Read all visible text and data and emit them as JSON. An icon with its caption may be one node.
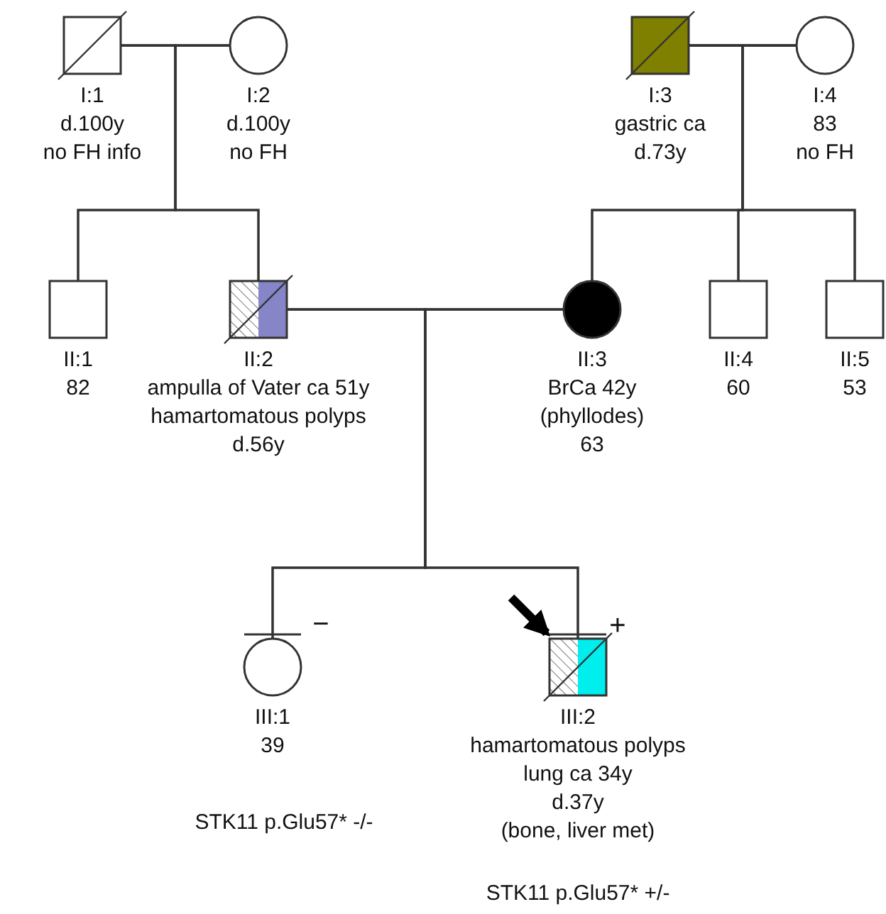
{
  "diagram": {
    "nodes": [
      {
        "text": [
          "I:1",
          "d.100y",
          "no FH info"
        ]
      },
      {
        "text": [
          "I:2",
          "d.100y",
          "no FH"
        ]
      },
      {
        "text": [
          "I:3",
          "gastric ca",
          "d.73y"
        ]
      },
      {
        "text": [
          "I:4",
          "83",
          "no FH"
        ]
      },
      {
        "text": [
          "II:1",
          "82"
        ]
      },
      {
        "text": [
          "II:2",
          "ampulla of Vater ca 51y",
          "hamartomatous polyps",
          "d.56y"
        ]
      },
      {
        "text": [
          "II:3",
          "BrCa 42y",
          "(phyllodes)",
          "63"
        ]
      },
      {
        "text": [
          "II:4",
          "60"
        ]
      },
      {
        "text": [
          "II:5",
          "53"
        ]
      },
      {
        "text": [
          "III:1",
          "39"
        ],
        "beside": [
          "−"
        ]
      },
      {
        "text": [
          "III:2",
          "hamartomatous polyps",
          "lung ca 34y",
          "d.37y",
          "(bone, liver met)"
        ],
        "beside": [
          "+"
        ]
      }
    ],
    "labels": [
      "STK11 p.Glu57* -/-",
      "STK11 p.Glu57* +/-"
    ],
    "edges": [
      {
        "from": 0,
        "to": 1,
        "arrow": "none"
      },
      {
        "from": 2,
        "to": 3,
        "arrow": "none"
      },
      {
        "from": 5,
        "to": 6,
        "arrow": "none"
      },
      {
        "from": 0,
        "to": 4,
        "arrow": "none"
      },
      {
        "from": 1,
        "to": 4,
        "arrow": "none"
      },
      {
        "from": 0,
        "to": 5,
        "arrow": "none"
      },
      {
        "from": 1,
        "to": 5,
        "arrow": "none"
      },
      {
        "from": 2,
        "to": 6,
        "arrow": "none"
      },
      {
        "from": 3,
        "to": 6,
        "arrow": "none"
      },
      {
        "from": 2,
        "to": 7,
        "arrow": "none"
      },
      {
        "from": 3,
        "to": 7,
        "arrow": "none"
      },
      {
        "from": 2,
        "to": 8,
        "arrow": "none"
      },
      {
        "from": 3,
        "to": 8,
        "arrow": "none"
      },
      {
        "from": 5,
        "to": 9,
        "arrow": "none"
      },
      {
        "from": 6,
        "to": 9,
        "arrow": "none"
      },
      {
        "from": 5,
        "to": 10,
        "arrow": "none"
      },
      {
        "from": 6,
        "to": 10,
        "arrow": "none"
      },
      {
        "from": null,
        "to": 10,
        "arrow": "to",
        "style": "thick"
      }
    ]
  }
}
